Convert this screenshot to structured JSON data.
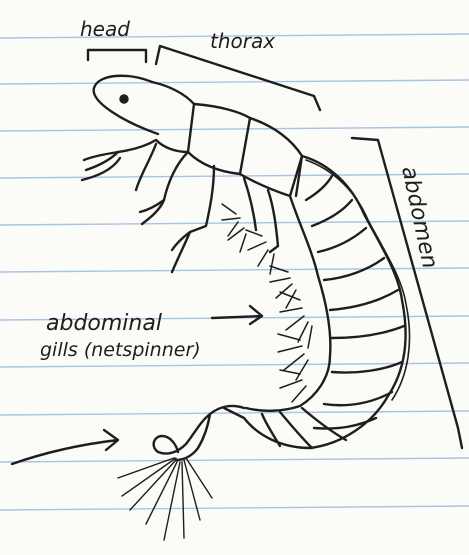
{
  "labels": {
    "head": "head",
    "thorax": "thorax",
    "abdomen": "abdomen",
    "gills_line1": "abdominal",
    "gills_line2": "gills (netspinner)"
  },
  "colors": {
    "paper": "#fbfbf8",
    "rule_line": "#a9c4e2",
    "margin_line": "#e3a9a9",
    "ink": "#1e1e1e"
  }
}
